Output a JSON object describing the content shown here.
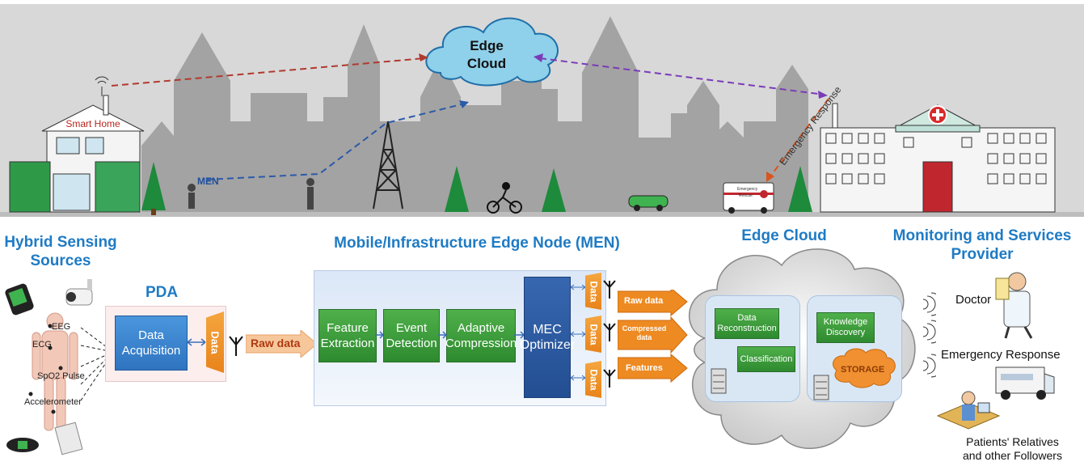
{
  "scene": {
    "edge_cloud_label": "Edge\nCloud",
    "smart_home_label": "Smart Home",
    "men_label": "MEN",
    "emergency_response_label": "Emergency Response",
    "ambulance_text_1": "Emergency",
    "ambulance_text_2": "Rescue"
  },
  "sections": {
    "hybrid_sensing": "Hybrid Sensing\nSources",
    "pda": "PDA",
    "men": "Mobile/Infrastructure Edge Node (MEN)",
    "edge_cloud": "Edge Cloud",
    "monitoring": "Monitoring and Services\nProvider"
  },
  "sensors": {
    "eeg": "EEG",
    "ecg": "ECG",
    "spo2": "SpO2 Pulse",
    "accelerometer": "Accelerometer"
  },
  "pda": {
    "data_acquisition": "Data\nAcquisition",
    "data_tag": "Data",
    "raw_data_arrow": "Raw data"
  },
  "men": {
    "blocks": [
      "Feature\nExtraction",
      "Event\nDetection",
      "Adaptive\nCompression"
    ],
    "optimizer": "MEC\nOptimizer",
    "data_tags": [
      "Data",
      "Data",
      "Data"
    ],
    "outputs": [
      "Raw data",
      "Compressed\ndata",
      "Features"
    ]
  },
  "edge_cloud": {
    "data_reconstruction": "Data\nReconstruction",
    "classification": "Classification",
    "knowledge_discovery": "Knowledge\nDiscovery",
    "storage": "STORAGE"
  },
  "providers": {
    "doctor": "Doctor",
    "emergency_response": "Emergency Response",
    "relatives": "Patients' Relatives\nand other Followers"
  },
  "colors": {
    "sky": "#d6d6d6",
    "buildings": "#9e9e9e",
    "heading_blue": "#1f7bc4",
    "process_green": "#2e8a2f",
    "optimizer_blue": "#2a5aa0",
    "orange": "#e8831a"
  }
}
